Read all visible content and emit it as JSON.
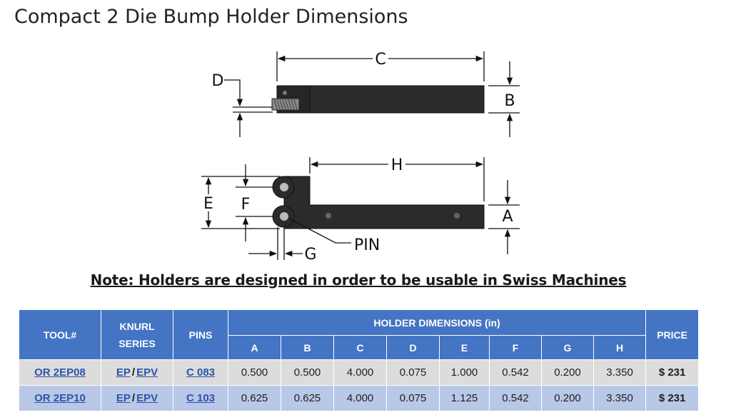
{
  "title": "Compact 2 Die Bump Holder Dimensions",
  "diagram": {
    "labels": {
      "a": "A",
      "b": "B",
      "c": "C",
      "d": "D",
      "e": "E",
      "f": "F",
      "g": "G",
      "h": "H",
      "pin": "PIN"
    }
  },
  "note": "Note: Holders are designed in order to be usable in Swiss Machines",
  "table": {
    "headers": {
      "tool": "TOOL#",
      "knurl_series_1": "KNURL",
      "knurl_series_2": "SERIES",
      "pins": "PINS",
      "holder_dimensions": "HOLDER DIMENSIONS (in)",
      "dims": [
        "A",
        "B",
        "C",
        "D",
        "E",
        "F",
        "G",
        "H"
      ],
      "price": "PRICE"
    },
    "rows": [
      {
        "tool": "OR 2EP08",
        "series_a": "EP",
        "series_sep": "/",
        "series_b": "EPV",
        "pins": "C 083",
        "dims": [
          "0.500",
          "0.500",
          "4.000",
          "0.075",
          "1.000",
          "0.542",
          "0.200",
          "3.350"
        ],
        "price": "$ 231"
      },
      {
        "tool": "OR 2EP10",
        "series_a": "EP",
        "series_sep": "/",
        "series_b": "EPV",
        "pins": "C 103",
        "dims": [
          "0.625",
          "0.625",
          "4.000",
          "0.075",
          "1.125",
          "0.542",
          "0.200",
          "3.350"
        ],
        "price": "$ 231"
      }
    ]
  },
  "colors": {
    "header_bg": "#4474c4",
    "row_odd": "#dcdcdc",
    "row_even": "#b8c8e6",
    "link": "#2e53a8",
    "holder": "#2a2a2a"
  }
}
